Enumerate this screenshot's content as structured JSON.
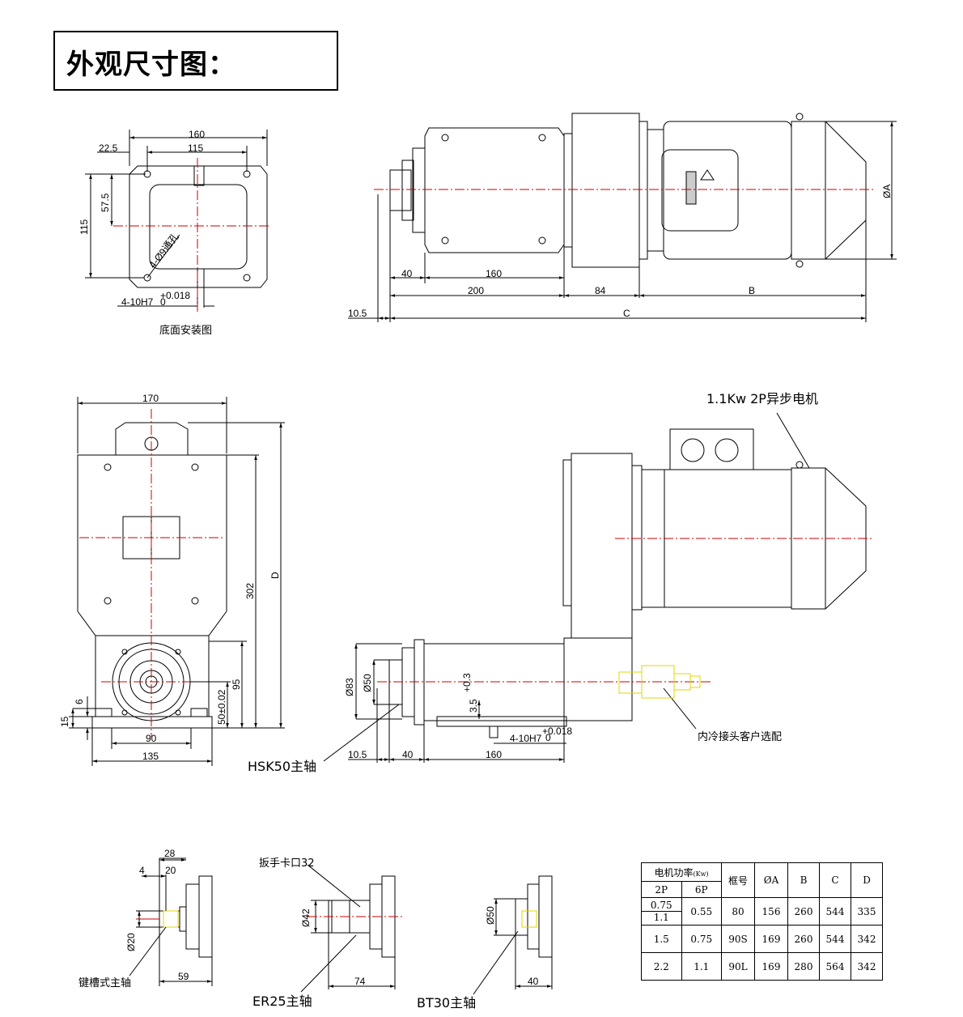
{
  "title": "外观尺寸图：",
  "bottom_view_caption": "底面安装图",
  "motor_callout": "1.1Kw  2P异步电机",
  "coolant_callout": "内冷接头客户选配",
  "hsk_label": "HSK50主轴",
  "keyway_label": "键槽式主轴",
  "wrench_label": "扳手卡口32",
  "er_label": "ER25主轴",
  "bt_label": "BT30主轴",
  "dims": {
    "bv_160": "160",
    "bv_22_5": "22.5",
    "bv_115_top": "115",
    "bv_57_5": "57.5",
    "bv_115_side": "115",
    "bv_hole": "4-Ø9通孔",
    "bv_pin": "4-10H7",
    "tol_up": "+0.018",
    "tol_lo": "0",
    "top_40": "40",
    "top_160": "160",
    "top_200": "200",
    "top_84": "84",
    "top_B": "B",
    "top_10_5": "10.5",
    "top_C": "C",
    "top_phiA": "ØA",
    "fr_170": "170",
    "fr_D": "D",
    "fr_302": "302",
    "fr_95": "95",
    "fr_50": "50±0.02",
    "fr_6": "6",
    "fr_15": "15",
    "fr_90": "90",
    "fr_135": "135",
    "sd_83": "Ø83",
    "sd_50": "Ø50",
    "sd_3_5": "3.5",
    "sd_tol": "+0.3",
    "sd_pin": "4-10H7",
    "sd_10_5": "10.5",
    "sd_40": "40",
    "sd_160": "160",
    "k_28": "28",
    "k_4": "4",
    "k_20": "20",
    "k_phi20": "Ø20",
    "k_59": "59",
    "er_phi42": "Ø42",
    "er_74": "74",
    "bt_phi50": "Ø50",
    "bt_40": "40"
  },
  "table": {
    "h_power": "电机功率",
    "h_unit": "(Kw)",
    "h_frame": "框号",
    "h_A": "ØA",
    "h_B": "B",
    "h_C": "C",
    "h_D": "D",
    "h_2p": "2P",
    "h_6p": "6P",
    "rows": [
      {
        "p2": "0.75",
        "p2b": "1.1",
        "p6": "0.55",
        "frame": "80",
        "A": "156",
        "B": "260",
        "C": "544",
        "D": "335"
      },
      {
        "p2": "1.5",
        "p2b": "",
        "p6": "0.75",
        "frame": "90S",
        "A": "169",
        "B": "260",
        "C": "544",
        "D": "342"
      },
      {
        "p2": "2.2",
        "p2b": "",
        "p6": "1.1",
        "frame": "90L",
        "A": "169",
        "B": "280",
        "C": "564",
        "D": "342"
      }
    ]
  }
}
